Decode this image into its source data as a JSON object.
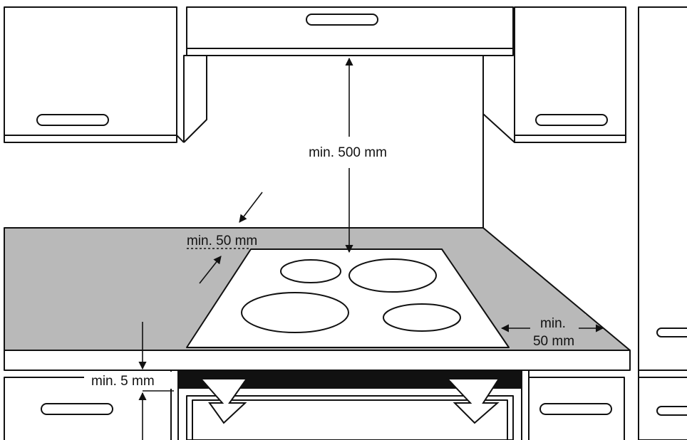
{
  "labels": {
    "top_clearance": "min. 500 mm",
    "rear_clearance": "min. 50 mm",
    "side_clearance_line1": "min.",
    "side_clearance_line2": "50 mm",
    "bottom_gap": "min. 5 mm"
  },
  "colors": {
    "line": "#111111",
    "worktop": "#b9b9b9",
    "hob": "#ffffff",
    "vent_strip": "#111111",
    "background": "#ffffff"
  }
}
